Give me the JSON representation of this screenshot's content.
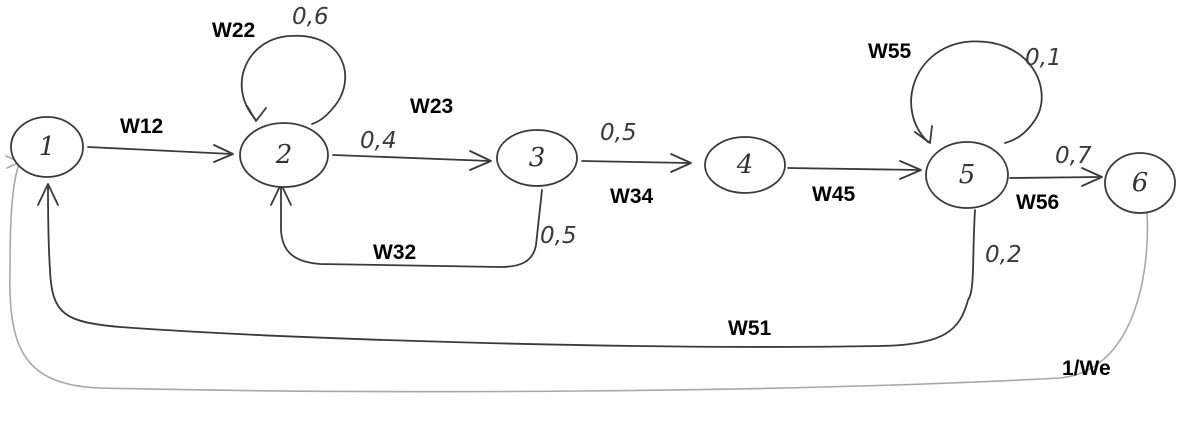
{
  "nodes": [
    "1",
    "2",
    "3",
    "4",
    "5",
    "6"
  ],
  "edges": {
    "w12": {
      "label": "W12"
    },
    "w22": {
      "label": "W22",
      "prob": "0,6"
    },
    "w23": {
      "label": "W23",
      "prob": "0,4"
    },
    "w32": {
      "label": "W32",
      "prob": "0,5"
    },
    "w34": {
      "label": "W34",
      "prob": "0,5"
    },
    "w45": {
      "label": "W45"
    },
    "w55": {
      "label": "W55",
      "prob": "0,1"
    },
    "w56": {
      "label": "W56",
      "prob": "0,7"
    },
    "w51": {
      "label": "W51",
      "prob": "0,2"
    },
    "w61": {
      "label": "1/We"
    }
  },
  "colors": {
    "ink": "#3a3a3a",
    "return_path": "#a8a8a8",
    "text": "#000000"
  }
}
